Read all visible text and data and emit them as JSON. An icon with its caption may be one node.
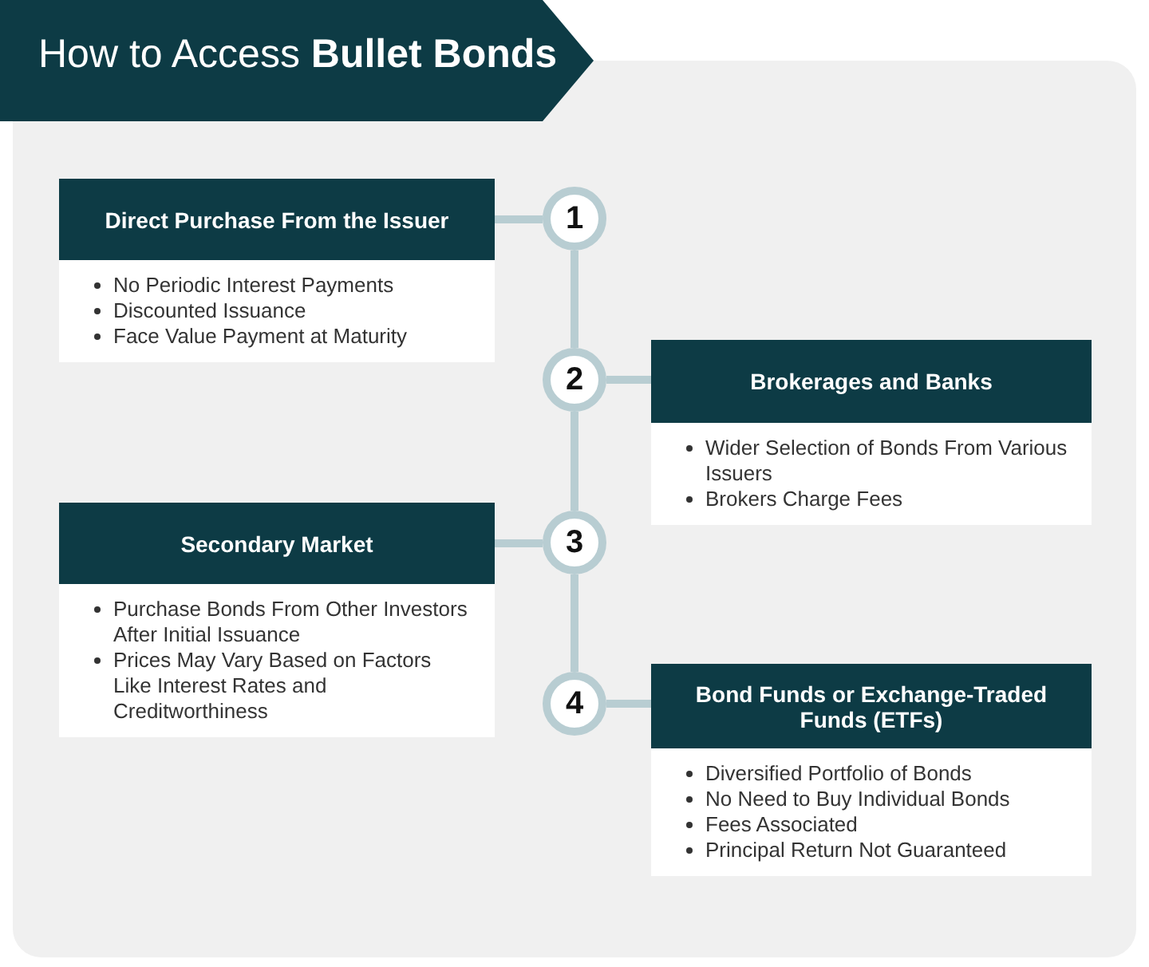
{
  "diagram": {
    "title": "How to Access **Bullet Bonds**",
    "nodes": [
      {
        "text": [
          "Direct Purchase From the Issuer",
          "No Periodic Interest Payments",
          "Discounted Issuance",
          "Face Value Payment at Maturity"
        ]
      },
      {
        "text": [
          "1"
        ]
      },
      {
        "text": [
          "2"
        ]
      },
      {
        "text": [
          "Brokerages and Banks",
          "Wider Selection of Bonds From Various Issuers",
          "Brokers Charge Fees"
        ]
      },
      {
        "text": [
          "Secondary Market",
          "Purchase Bonds From Other Investors After Initial Issuance",
          "Prices May Vary Based on Factors Like Interest Rates and Creditworthiness"
        ]
      },
      {
        "text": [
          "3"
        ]
      },
      {
        "text": [
          "4"
        ]
      },
      {
        "text": [
          "Bond Funds or Exchange-Traded Funds (ETFs)",
          "Diversified Portfolio of Bonds",
          "No Need to Buy Individual Bonds",
          "Fees Associated",
          "Principal Return Not Guaranteed"
        ]
      }
    ],
    "edges": [
      {
        "from": 0,
        "to": 1,
        "arrow": "none"
      },
      {
        "from": 1,
        "to": 2,
        "arrow": "none"
      },
      {
        "from": 2,
        "to": 3,
        "arrow": "none"
      },
      {
        "from": 2,
        "to": 5,
        "arrow": "none"
      },
      {
        "from": 4,
        "to": 5,
        "arrow": "none"
      },
      {
        "from": 5,
        "to": 6,
        "arrow": "none"
      },
      {
        "from": 6,
        "to": 7,
        "arrow": "none"
      }
    ]
  }
}
